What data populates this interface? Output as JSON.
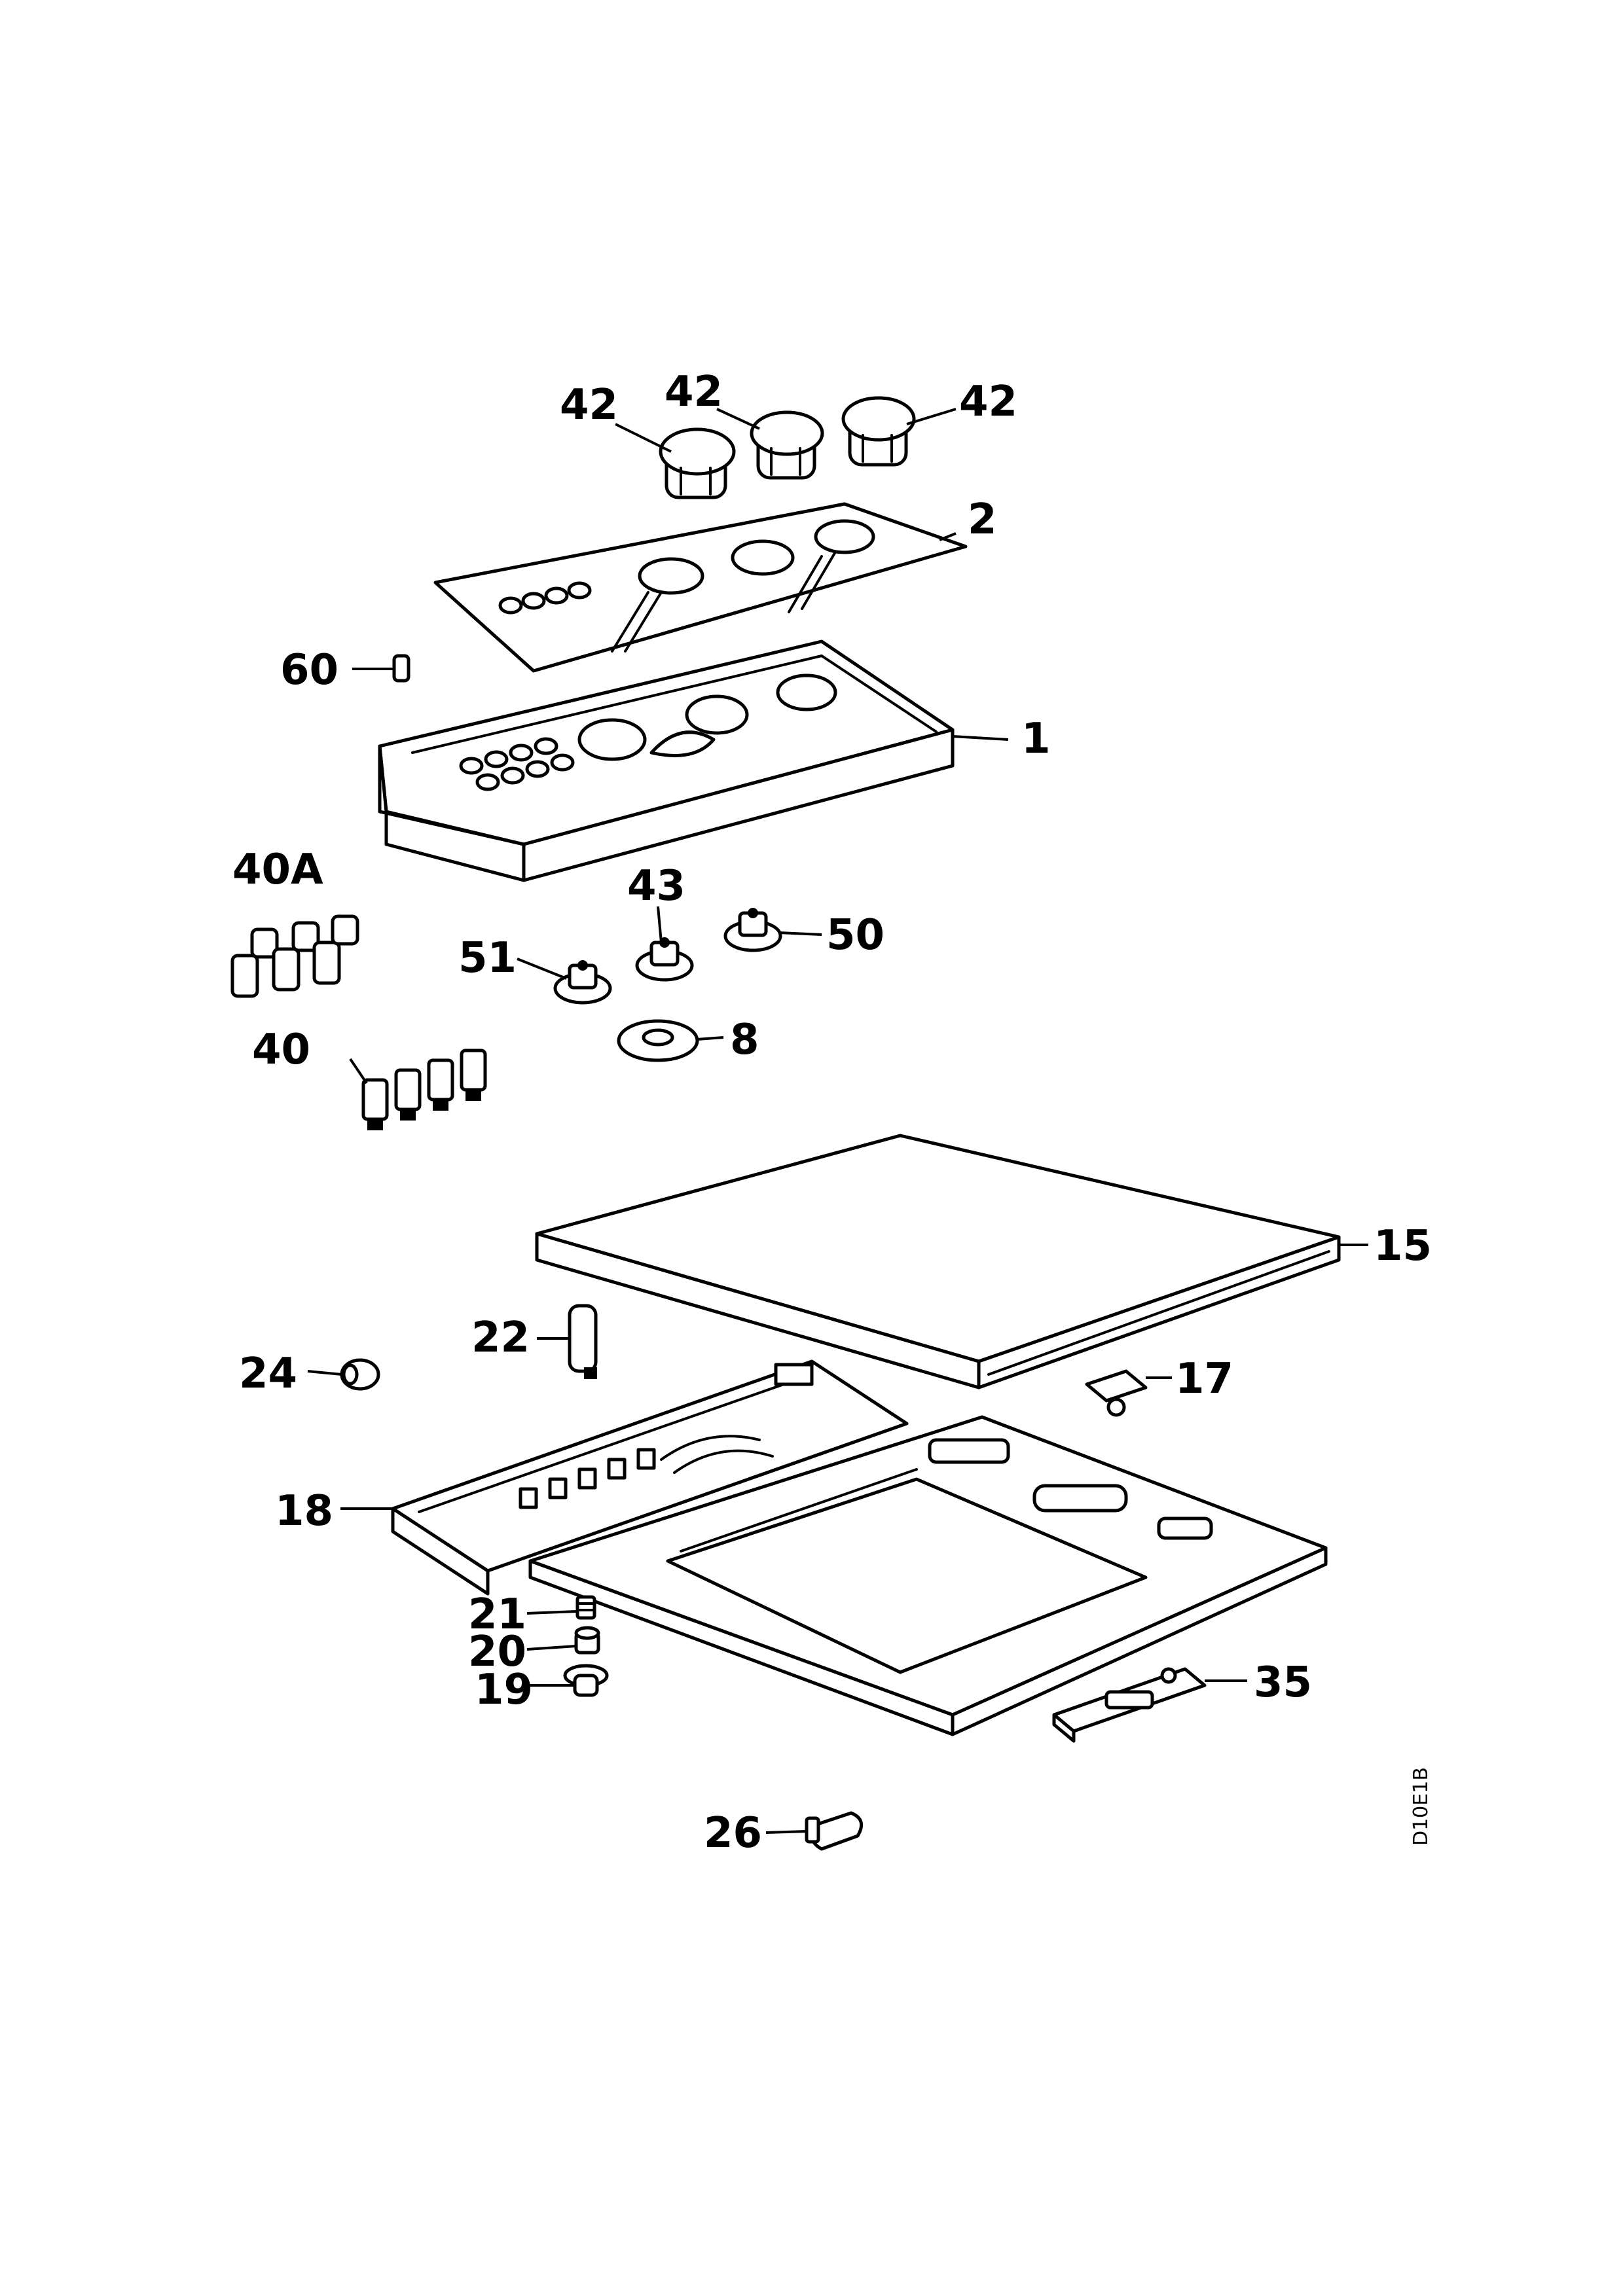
{
  "drawing_code": "D10E1B",
  "parts": [
    {
      "label": "42"
    },
    {
      "label": "42"
    },
    {
      "label": "42"
    },
    {
      "label": "2"
    },
    {
      "label": "60"
    },
    {
      "label": "1"
    },
    {
      "label": "40A"
    },
    {
      "label": "43"
    },
    {
      "label": "50"
    },
    {
      "label": "51"
    },
    {
      "label": "8"
    },
    {
      "label": "40"
    },
    {
      "label": "15"
    },
    {
      "label": "22"
    },
    {
      "label": "24"
    },
    {
      "label": "17"
    },
    {
      "label": "18"
    },
    {
      "label": "21"
    },
    {
      "label": "20"
    },
    {
      "label": "19"
    },
    {
      "label": "35"
    },
    {
      "label": "26"
    }
  ]
}
